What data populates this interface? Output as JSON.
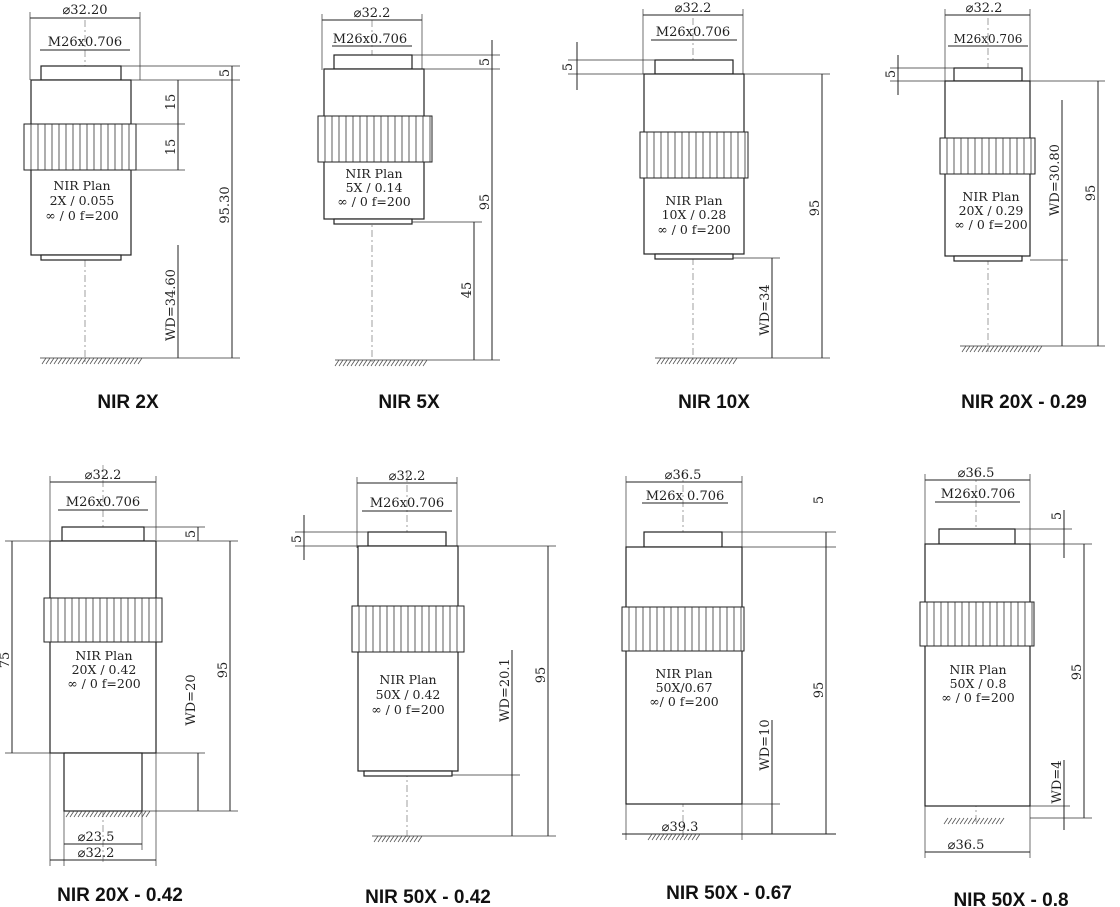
{
  "objectives": [
    {
      "title": "NIR 2X",
      "dia_top": "32.20",
      "thread": "M26x0.706",
      "lens": [
        "NIR Plan",
        "2X / 0.055",
        "∞ / 0  f=200"
      ],
      "dims": [
        "5",
        "15",
        "15",
        "95.30",
        "WD=34.60"
      ]
    },
    {
      "title": "NIR 5X",
      "dia_top": "32.2",
      "thread": "M26x0.706",
      "lens": [
        "NIR Plan",
        "5X / 0.14",
        "∞ / 0  f=200"
      ],
      "dims": [
        "5",
        "95",
        "45"
      ]
    },
    {
      "title": "NIR 10X",
      "dia_top": "32.2",
      "thread": "M26x0.706",
      "lens": [
        "NIR Plan",
        "10X / 0.28",
        "∞ / 0    f=200"
      ],
      "dims": [
        "5",
        "95",
        "WD=34"
      ]
    },
    {
      "title": "NIR 20X - 0.29",
      "dia_top": "32.2",
      "thread": "M26x0.706",
      "lens": [
        "NIR Plan",
        "20X / 0.29",
        "∞ / 0  f=200"
      ],
      "dims": [
        "5",
        "WD=30.80",
        "95"
      ]
    },
    {
      "title": "NIR 20X - 0.42",
      "dia_top": "32.2",
      "thread": "M26x0.706",
      "lens": [
        "NIR Plan",
        "20X / 0.42",
        "∞ / 0  f=200"
      ],
      "dims": [
        "5",
        "75",
        "95",
        "WD=20"
      ],
      "dia_bottom": [
        "23.5",
        "32.2"
      ]
    },
    {
      "title": "NIR 50X - 0.42",
      "dia_top": "32.2",
      "thread": "M26x0.706",
      "lens": [
        "NIR Plan",
        "50X / 0.42",
        "∞ / 0  f=200"
      ],
      "dims": [
        "5",
        "WD=20.1",
        "95"
      ]
    },
    {
      "title": "NIR 50X - 0.67",
      "dia_top": "36.5",
      "thread": "M26x 0.706",
      "lens": [
        "NIR Plan",
        "50X/0.67",
        "∞/ 0  f=200"
      ],
      "dims": [
        "5",
        "95",
        "WD=10"
      ],
      "dia_bottom": [
        "39.3"
      ]
    },
    {
      "title": "NIR 50X - 0.8",
      "dia_top": "36.5",
      "thread": "M26x0.706",
      "lens": [
        "NIR Plan",
        "50X / 0.8",
        "∞ / 0  f=200"
      ],
      "dims": [
        "5",
        "95",
        "WD=4"
      ],
      "dia_bottom": [
        "36.5"
      ]
    }
  ]
}
